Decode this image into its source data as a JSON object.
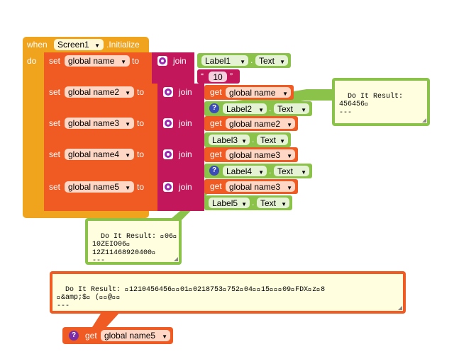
{
  "event": {
    "when": "when",
    "component": "Screen1",
    "event_name": ".Initialize",
    "do": "do"
  },
  "blocks": [
    {
      "set": "set",
      "var": "global name",
      "to": "to",
      "join": "join",
      "item1": {
        "component": "Label1",
        "dot": ".",
        "prop": "Text"
      },
      "item2": {
        "text": "10"
      }
    },
    {
      "set": "set",
      "var": "global name2",
      "to": "to",
      "join": "join",
      "item1": {
        "get": "get",
        "var": "global name"
      },
      "item2": {
        "component": "Label2",
        "dot": ".",
        "prop": "Text"
      }
    },
    {
      "set": "set",
      "var": "global name3",
      "to": "to",
      "join": "join",
      "item1": {
        "get": "get",
        "var": "global name2"
      },
      "item2": {
        "component": "Label3",
        "dot": ".",
        "prop": "Text"
      }
    },
    {
      "set": "set",
      "var": "global name4",
      "to": "to",
      "join": "join",
      "item1": {
        "get": "get",
        "var": "global name3"
      },
      "item2": {
        "component": "Label4",
        "dot": ".",
        "prop": "Text"
      }
    },
    {
      "set": "set",
      "var": "global name5",
      "to": "to",
      "join": "join",
      "item1": {
        "get": "get",
        "var": "global name3"
      },
      "item2": {
        "component": "Label5",
        "dot": ".",
        "prop": "Text"
      }
    }
  ],
  "standalone": {
    "get": "get",
    "var": "global name5"
  },
  "bubbles": {
    "b1": "Do It Result:\n456456\u0000\n---",
    "b2": "Do It Result: \u000006\u0000\n10ZEIO06\u0000\n12Z11468920400\u0000\n---",
    "b3": "Do It Result: \u00001210456456\u0000\u000001\u00000218753\u0000752\u000004\u0000\u000015\u0000\u0000\u000009\u0000FDX\u0000z\u00008\n\u0000&amp;$\u0000 (\u0000\u0000@\u0000\u0000\n---"
  },
  "icons": {
    "mutator": "gear-icon",
    "warning": "question-icon",
    "dropdown": "triangle-down-icon"
  },
  "colors": {
    "event": "#f0a41e",
    "set": "#f05a23",
    "text": "#c2185b",
    "component": "#8bc34a",
    "get": "#f05a23",
    "bubble_bg": "#ffffe0",
    "bubble_border_green": "#8bc34a",
    "bubble_border_orange": "#f05a23"
  }
}
